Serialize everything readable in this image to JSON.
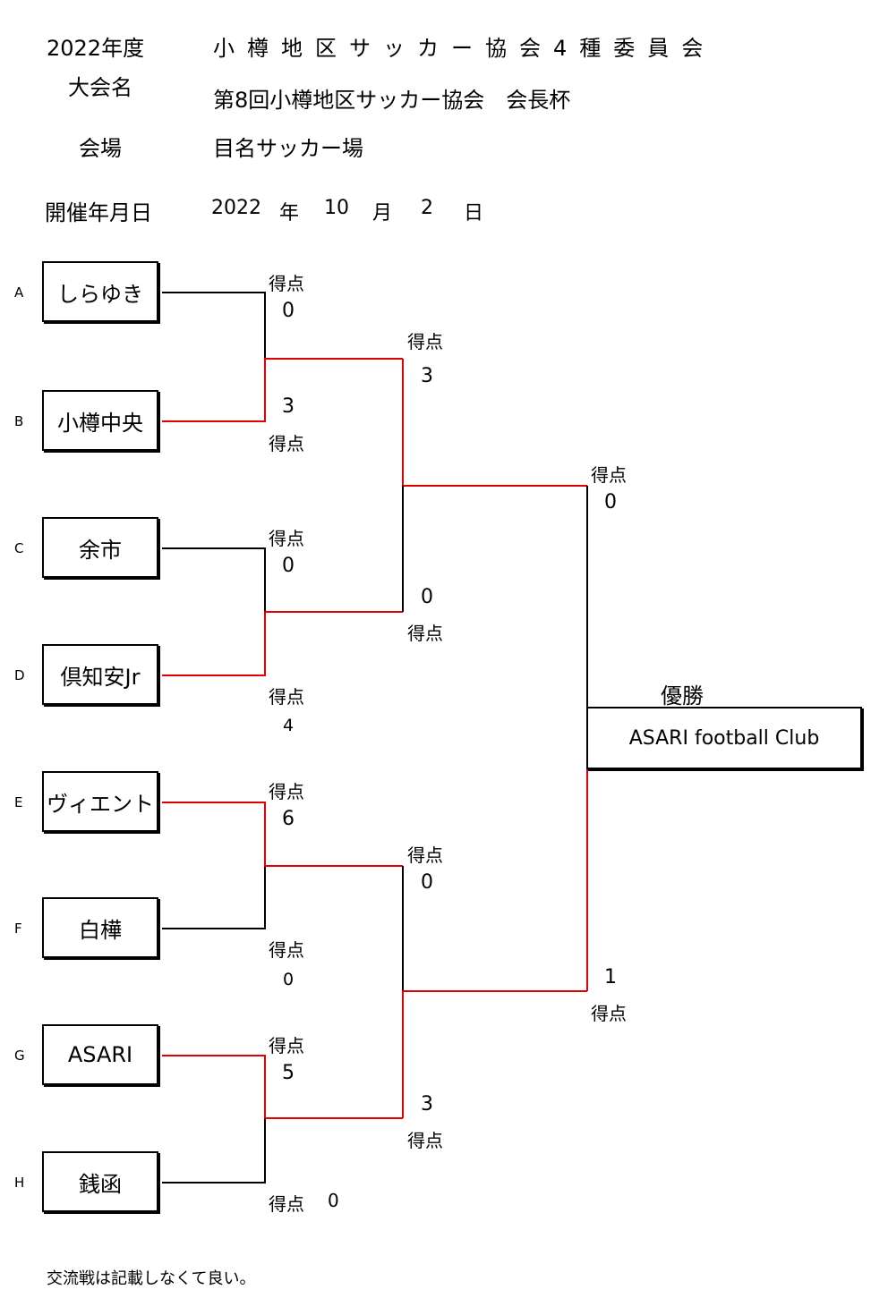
{
  "header": {
    "year_label": "2022年度",
    "organization": "小樽地区サッカー協会4種委員会",
    "event_label": "大会名",
    "event_name": "第8回小樽地区サッカー協会　会長杯",
    "venue_label": "会場",
    "venue": "目名サッカー場",
    "date_label": "開催年月日",
    "date_year": "2022",
    "year_unit": "年",
    "date_month": "10",
    "month_unit": "月",
    "date_day": "2",
    "day_unit": "日"
  },
  "score_label": "得点",
  "teams": [
    {
      "slot": "A",
      "name": "しらゆき"
    },
    {
      "slot": "B",
      "name": "小樽中央"
    },
    {
      "slot": "C",
      "name": "余市"
    },
    {
      "slot": "D",
      "name": "倶知安Jr"
    },
    {
      "slot": "E",
      "name": "ヴィエント"
    },
    {
      "slot": "F",
      "name": "白樺"
    },
    {
      "slot": "G",
      "name": "ASARI"
    },
    {
      "slot": "H",
      "name": "銭函"
    }
  ],
  "round1_scores": [
    "0",
    "3",
    "0",
    "4",
    "6",
    "0",
    "5",
    "0"
  ],
  "semifinal_scores": [
    "3",
    "0",
    "0",
    "3"
  ],
  "final_scores": [
    "0",
    "1"
  ],
  "champion": {
    "label": "優勝",
    "name": "ASARI football Club"
  },
  "colors": {
    "winner_line": "#e00000",
    "loser_line": "#000000"
  },
  "footnote": "交流戦は記載しなくて良い。"
}
